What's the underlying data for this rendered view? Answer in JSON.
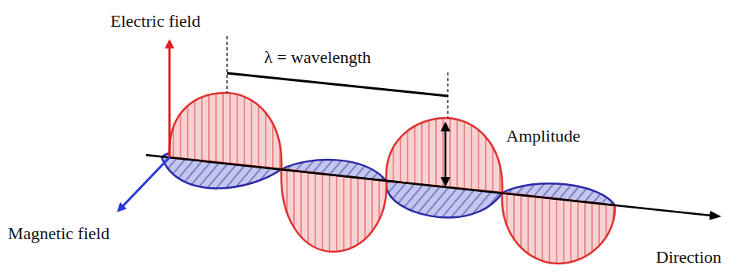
{
  "diagram": {
    "labels": [
      "Electric field",
      "λ = wavelength",
      "Amplitude",
      "Magnetic field",
      "Direction"
    ]
  }
}
